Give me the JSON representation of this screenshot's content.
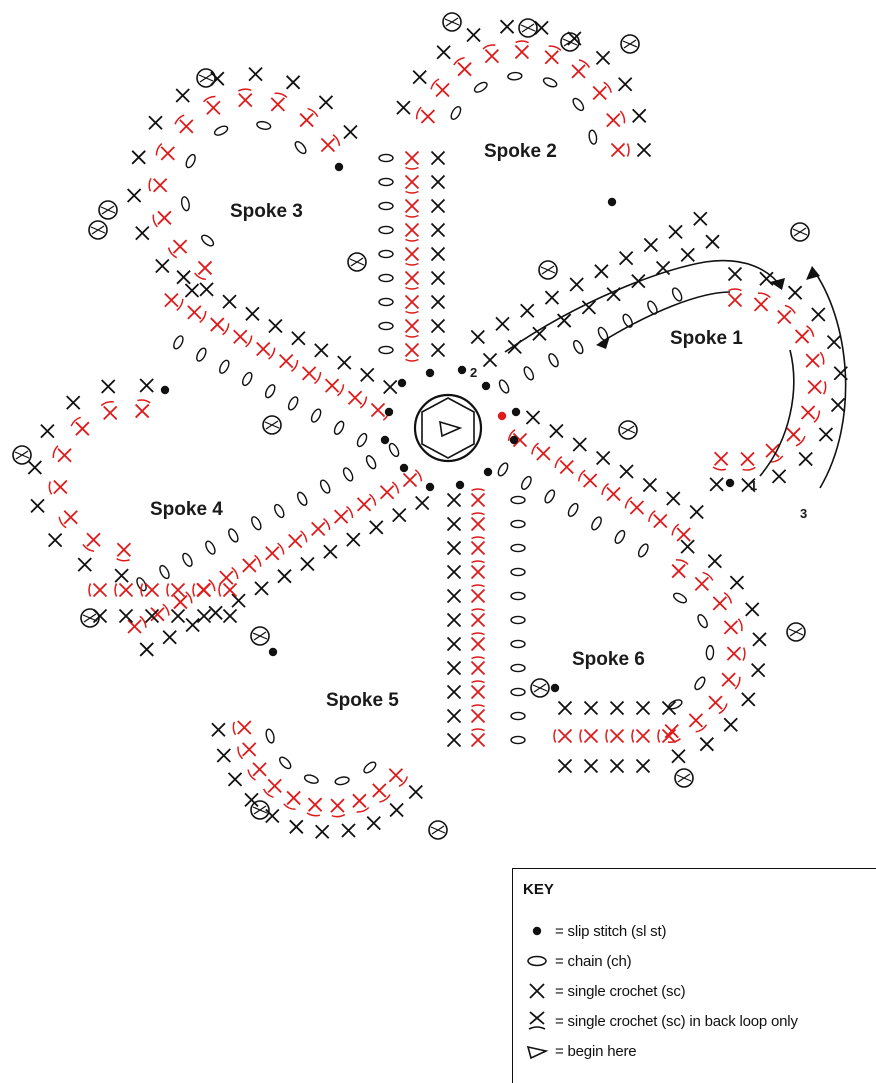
{
  "labels": {
    "spoke1": "Spoke 1",
    "spoke2": "Spoke 2",
    "spoke3": "Spoke 3",
    "spoke4": "Spoke 4",
    "spoke5": "Spoke 5",
    "spoke6": "Spoke 6",
    "row1": "1",
    "row2": "2",
    "row3": "3"
  },
  "colors": {
    "red": "#e01a1a",
    "black": "#111111"
  },
  "key": {
    "title": "KEY",
    "items": [
      {
        "icon": "slip-stitch-icon",
        "text": "= slip stitch (sl st)"
      },
      {
        "icon": "chain-icon",
        "text": "= chain (ch)"
      },
      {
        "icon": "single-crochet-icon",
        "text": "= single crochet (sc)"
      },
      {
        "icon": "single-crochet-back-loop-icon",
        "text": "= single crochet (sc) in back loop only"
      },
      {
        "icon": "begin-here-icon",
        "text": "= begin here"
      }
    ]
  }
}
